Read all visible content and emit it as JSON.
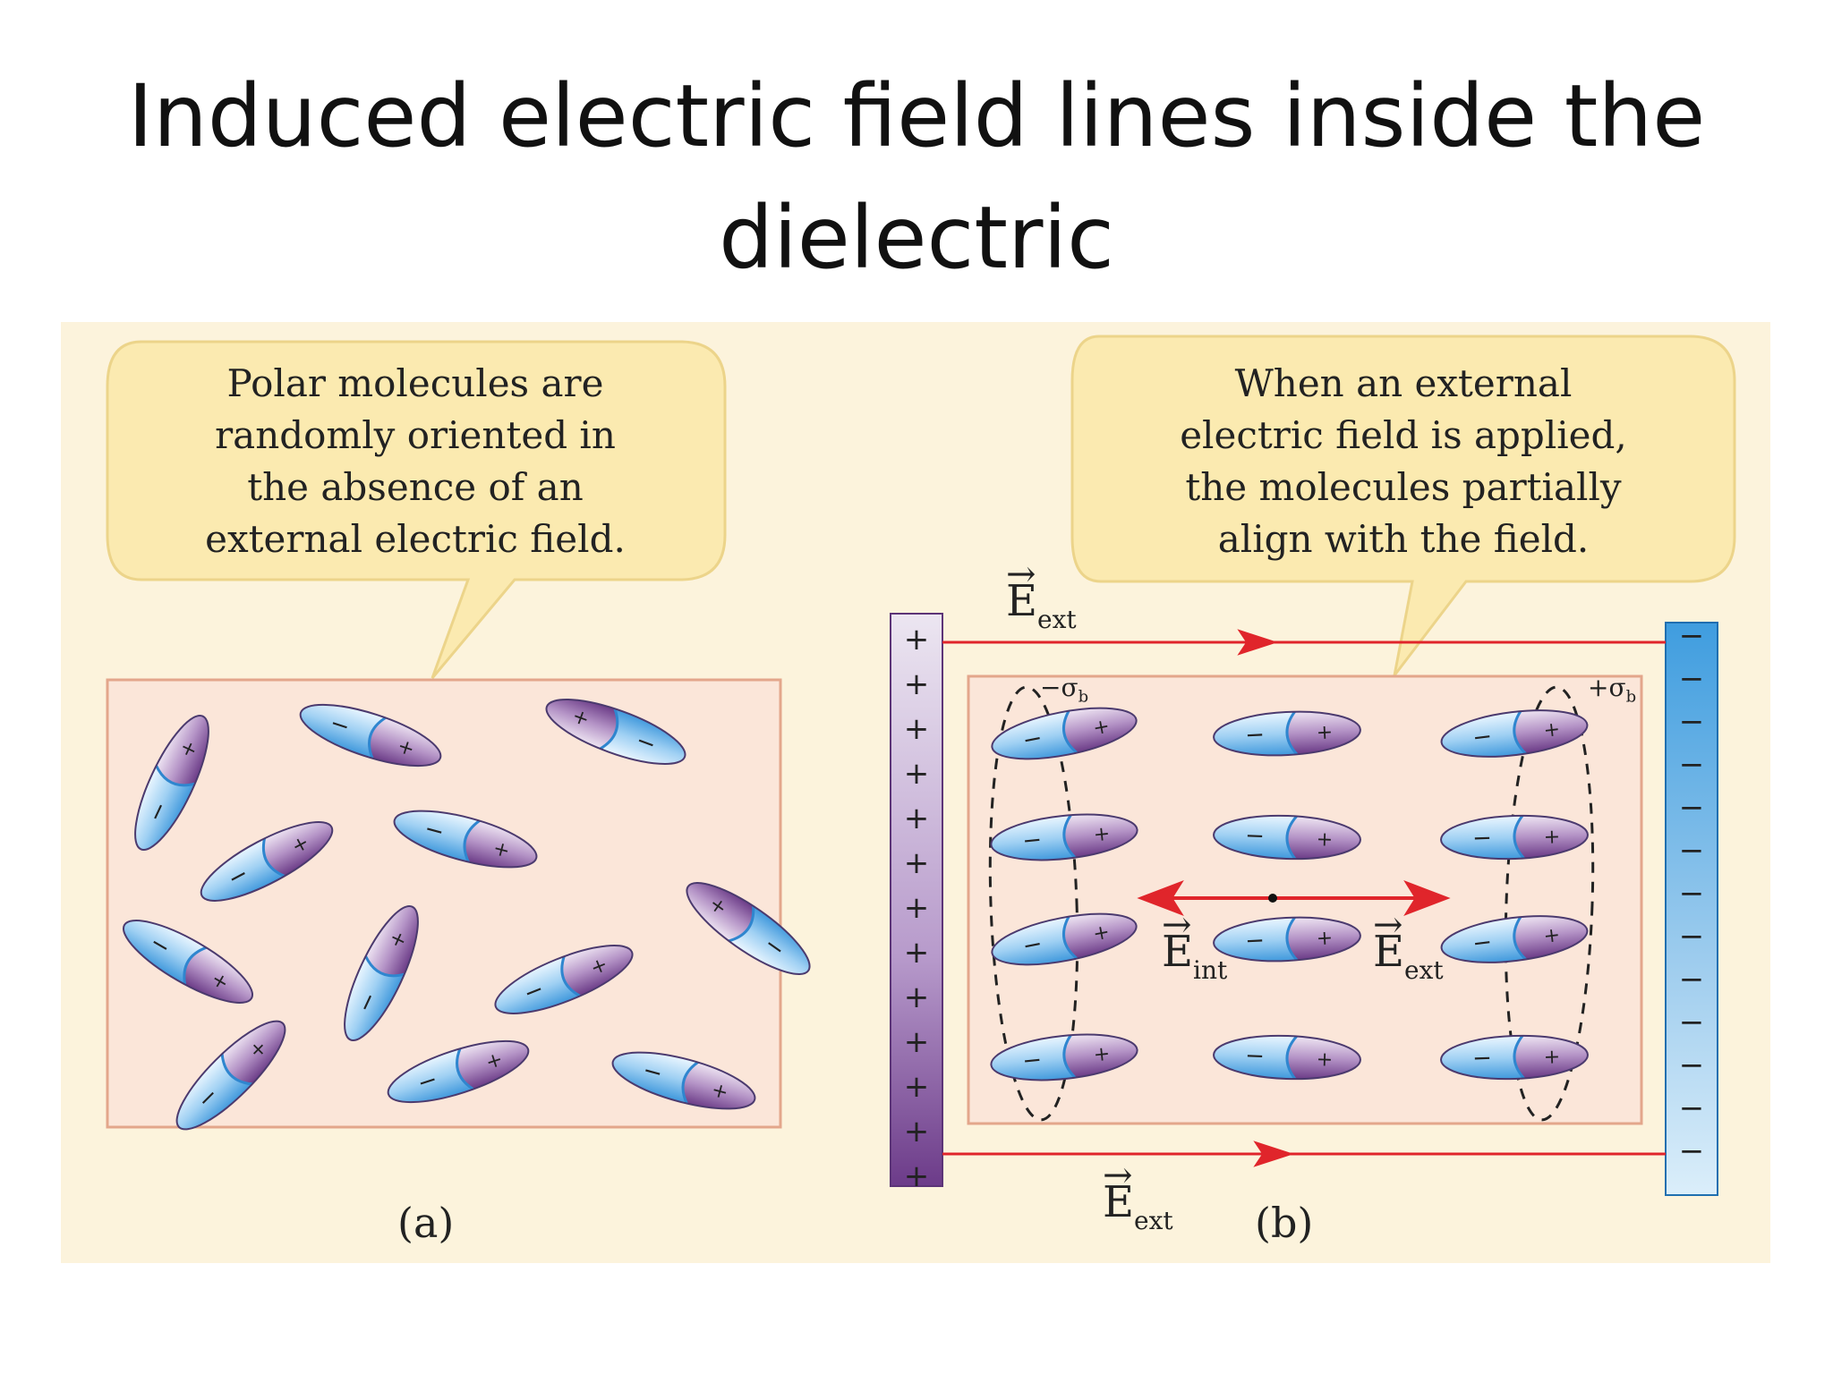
{
  "title": {
    "line1": "Induced electric field lines inside the",
    "line2": "dielectric"
  },
  "panel_a": {
    "bubble": [
      "Polar molecules are",
      "randomly oriented in",
      "the absence of an",
      "external electric field."
    ],
    "caption": "(a)"
  },
  "panel_b": {
    "bubble": [
      "When an external",
      "electric field is applied,",
      "the molecules partially",
      "align with the field."
    ],
    "caption": "(b)",
    "e_symbol": "E",
    "e_ext_sub": "ext",
    "e_int_sub": "int",
    "arrow_glyph": "→",
    "sigma_neg": "−σ",
    "sigma_pos": "+σ",
    "sigma_sub": "b",
    "plate_pos_sign": "+",
    "plate_neg_sign": "−"
  },
  "colors": {
    "background": "#fcf3dc",
    "bubble": "#fbeab0",
    "dielectric": "#fbe6d9",
    "field_line": "#e0252b",
    "neg_pole": "#4aa4e3",
    "pos_pole": "#7c4a95"
  }
}
